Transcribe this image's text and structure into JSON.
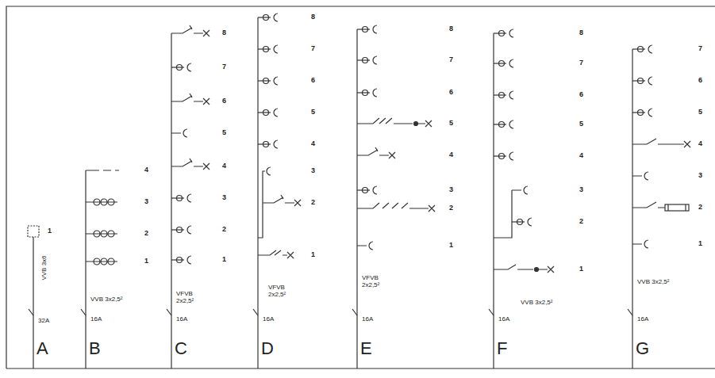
{
  "diagram": {
    "labels": [
      "1",
      "VVB 3x6",
      "32A",
      "A",
      "4",
      "3",
      "2",
      "1",
      "VVB 3x2,5²",
      "16A",
      "B",
      "8",
      "7",
      "6",
      "5",
      "4",
      "3",
      "2",
      "1",
      "VFVB 2x2,5²",
      "16A",
      "C",
      "8",
      "7",
      "6",
      "5",
      "4",
      "3",
      "2",
      "1",
      "VFVB 2x2,5²",
      "16A",
      "D",
      "8",
      "7",
      "6",
      "5",
      "4",
      "3",
      "2",
      "1",
      "VFVB 2x2,5²",
      "16A",
      "E",
      "8",
      "7",
      "6",
      "5",
      "4",
      "3",
      "2",
      "1",
      "VVB 3x2,5²",
      "16A",
      "F",
      "7",
      "6",
      "5",
      "4",
      "3",
      "2",
      "1",
      "VVB 3x2,5²",
      "16A",
      "G"
    ]
  }
}
